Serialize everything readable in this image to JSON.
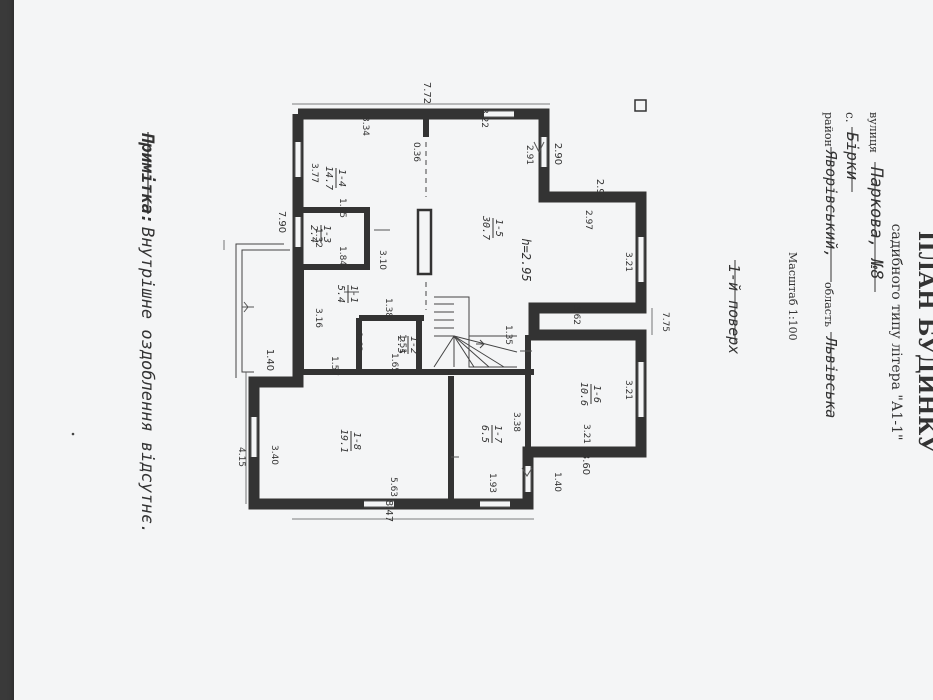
{
  "title": "ПЛАН БУДИНКУ",
  "subtitle": "садибного типу літера \"А1-1\"",
  "street_label": "вулиця",
  "street_value": "Паркова, №8",
  "village_label": "с.",
  "village_value": "Бірки",
  "district_label": "район",
  "district_value": "Яворівський,",
  "region_label": "область",
  "region_value": "Львівська",
  "scale": "Масштаб 1:100",
  "floor": "1-й поверх",
  "note_label": "Примітка:",
  "note_value": "Внутрішне оздоблення відсутнє.",
  "height_label": "h=2.95",
  "rooms": [
    {
      "id": "1-1",
      "area": "5.4"
    },
    {
      "id": "1-2",
      "area": "2.5"
    },
    {
      "id": "1-3",
      "area": "2.4"
    },
    {
      "id": "1-4",
      "area": "14.7"
    },
    {
      "id": "1-5",
      "area": "30.7"
    },
    {
      "id": "1-6",
      "area": "10.6"
    },
    {
      "id": "1-7",
      "area": "6.5"
    },
    {
      "id": "1-8",
      "area": "19.1"
    }
  ],
  "dimensions": {
    "d_772": "7.72",
    "d_334": "3.34",
    "d_322": "3.22",
    "d_036": "0.36",
    "d_291": "2.91",
    "d_290": "2.90",
    "d_295": "2.95",
    "d_297": "2.97",
    "d_321a": "3.21",
    "d_362": "3.62",
    "d_775": "7.75",
    "d_321b": "3.21",
    "d_321c": "3.21",
    "d_360": "3.60",
    "d_140a": "1.40",
    "d_338": "3.38",
    "d_193": "1.93",
    "d_847": "8.47",
    "d_563": "5.63",
    "d_340": "3.40",
    "d_415": "4.15",
    "d_140b": "1.40",
    "d_790": "7.90",
    "d_377": "3.77",
    "d_195": "1.95",
    "d_184": "1.84",
    "d_132": "1.32",
    "d_310": "3.10",
    "d_316": "3.16",
    "d_138": "1.38",
    "d_163": "1.63",
    "d_151": "1.51",
    "d_165": "1.65",
    "d_157": "1.57",
    "d_135": "1.35"
  },
  "colors": {
    "paper": "#f4f5f6",
    "ink": "#333333",
    "background": "#3a3a3a"
  }
}
